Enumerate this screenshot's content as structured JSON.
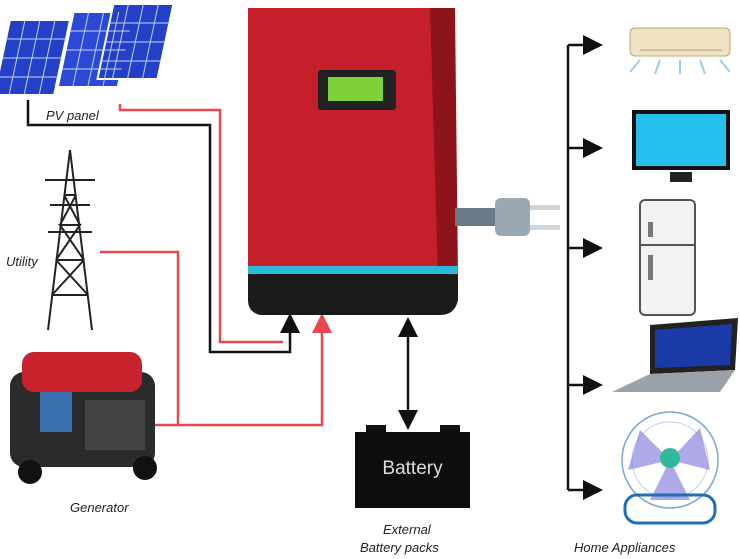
{
  "labels": {
    "pv_panel": "PV panel",
    "utility": "Utility",
    "generator": "Generator",
    "battery": "Battery",
    "external_line1": "External",
    "external_line2": "Battery packs",
    "home_appliances": "Home Appliances"
  },
  "colors": {
    "inverter": "#c41f2a",
    "ac_wire": "#e8474d",
    "dc_wire": "#111111",
    "lcd": "#7fd13b",
    "stripe": "#29b9d6"
  }
}
